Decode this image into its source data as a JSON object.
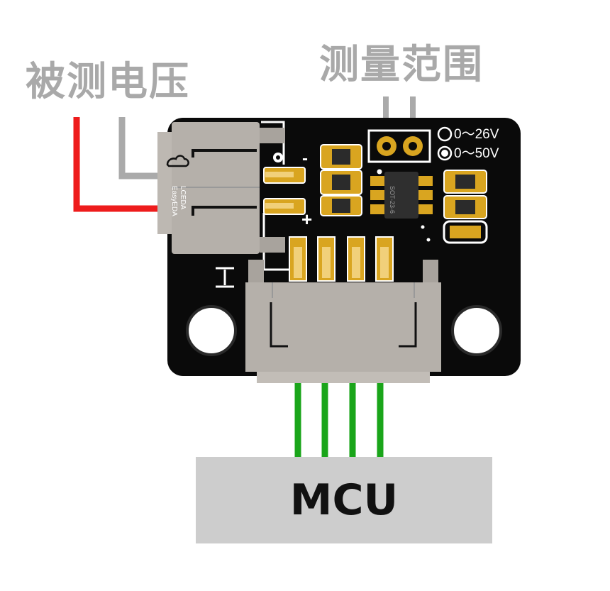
{
  "labels": {
    "measured_voltage": "被测电压",
    "measurement_range": "测量范围",
    "range_1": "0～26V",
    "range_2": "0～50V",
    "silk_lceda": "LCEDA",
    "silk_easyeda": "EasyEDA",
    "minus": "-",
    "plus": "+",
    "chip_marking": "SOT-23-6",
    "mcu": "MCU"
  },
  "colors": {
    "wire_positive": "#ee1c1c",
    "wire_negative": "#aaaaaa",
    "wire_signal": "#1aa51a",
    "pcb": "#0a0a0a",
    "gold": "#d9a520",
    "connector": "#b5b0aa",
    "mcu_box": "#cdcdcd",
    "title_text": "#a9a9a9"
  }
}
